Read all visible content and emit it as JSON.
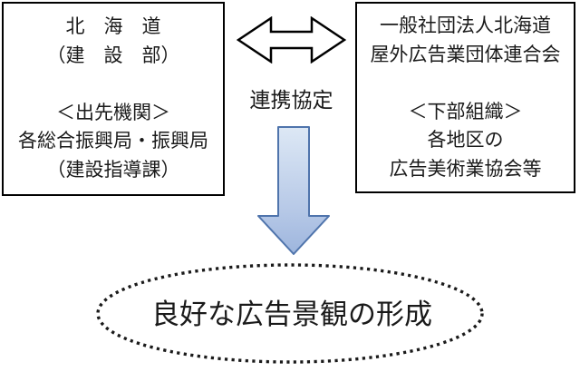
{
  "diagram": {
    "left_box": {
      "lines": [
        "北　海　道",
        "（建　設　部）",
        "",
        "＜出先機関＞",
        "各総合振興局・振興局",
        "（建設指導課）"
      ]
    },
    "right_box": {
      "lines": [
        "一般社団法人北海道",
        "屋外広告業団体連合会",
        "",
        "＜下部組織＞",
        "各地区の",
        "広告美術業協会等"
      ]
    },
    "connector_label": "連携協定",
    "outcome_label": "良好な広告景観の形成",
    "colors": {
      "box_border": "#000000",
      "double_arrow_fill": "#ffffff",
      "double_arrow_stroke": "#000000",
      "down_arrow_fill_top": "#dde8f5",
      "down_arrow_fill_mid": "#b7c9e7",
      "down_arrow_fill_bottom": "#9db5dd",
      "down_arrow_stroke": "#4f74ac",
      "ellipse_stroke": "#1a1a1a",
      "text": "#1a1a1a"
    }
  }
}
